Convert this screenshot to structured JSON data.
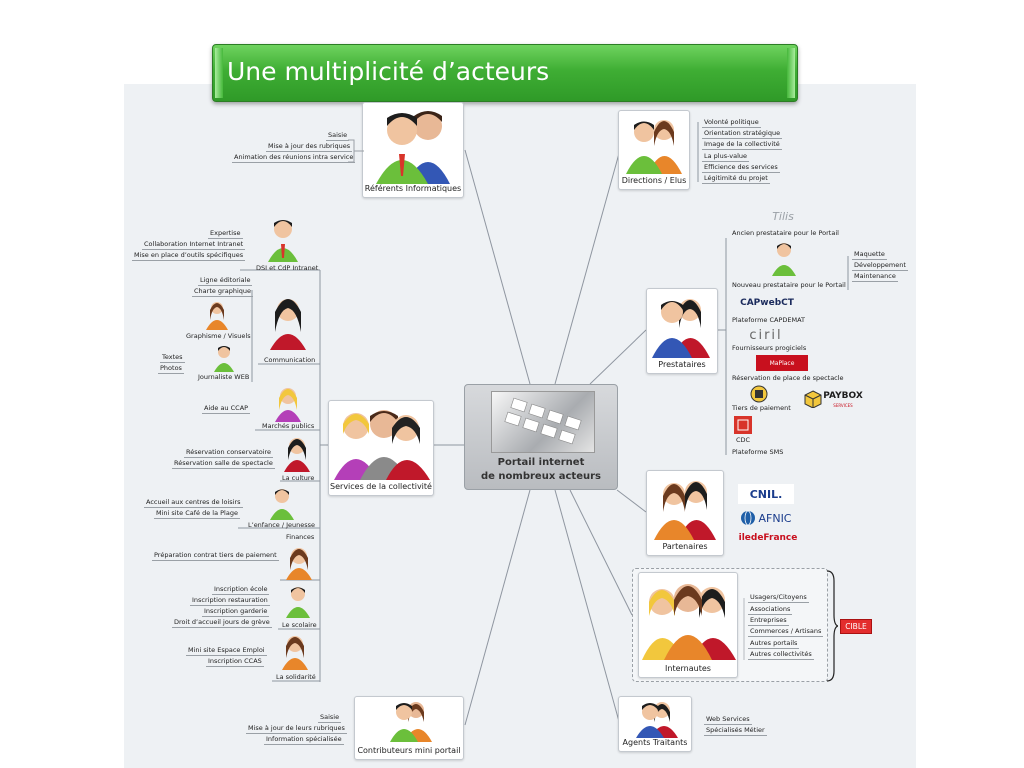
{
  "title": "Une multiplicité d’acteurs",
  "center": {
    "line1": "Portail internet",
    "line2": "de nombreux acteurs"
  },
  "left_nodes": {
    "referents": {
      "label": "Référents Informatiques",
      "topics": [
        "Saisie",
        "Mise à jour des rubriques",
        "Animation des réunions intra service"
      ]
    },
    "services": {
      "label": "Services de la collectivité"
    },
    "contributeurs": {
      "label": "Contributeurs mini portail",
      "topics": [
        "Saisie",
        "Mise à jour de leurs rubriques",
        "Information spécialisée"
      ]
    }
  },
  "services_children": {
    "dsi": {
      "label": "DSI et CdP Intranet",
      "topics": [
        "Expertise",
        "Collaboration Internet Intranet",
        "Mise en place d’outils spécifiques"
      ]
    },
    "communication": {
      "label": "Communication",
      "topics": [
        "Ligne éditoriale",
        "Charte graphique"
      ]
    },
    "graphisme": {
      "label": "Graphisme / Visuels"
    },
    "journaliste": {
      "label": "Journaliste WEB",
      "topics": [
        "Textes",
        "Photos"
      ]
    },
    "marches": {
      "label": "Marchés publics",
      "topics": [
        "Aide au CCAP"
      ]
    },
    "culture": {
      "label": "La culture",
      "topics": [
        "Réservation conservatoire",
        "Réservation salle de spectacle"
      ]
    },
    "enfance": {
      "label": "L’enfance / Jeunesse",
      "topics": [
        "Accueil aux centres de loisirs",
        "Mini site Café de la Plage"
      ]
    },
    "finances": {
      "label": "Finances",
      "topics": [
        "Préparation contrat tiers de paiement"
      ]
    },
    "scolaire": {
      "label": "Le scolaire",
      "topics": [
        "Inscription école",
        "Inscription restauration",
        "Inscription garderie",
        "Droit d’accueil jours de grève"
      ]
    },
    "solidarite": {
      "label": "La solidarité",
      "topics": [
        "Mini site Espace Emploi",
        "Inscription CCAS"
      ]
    }
  },
  "right_nodes": {
    "directions": {
      "label": "Directions / Elus",
      "topics": [
        "Volonté politique",
        "Orientation stratégique",
        "Image de la collectivité",
        "La plus-value",
        "Efficience des services",
        "Légitimité du projet"
      ]
    },
    "prestataires": {
      "label": "Prestataires"
    },
    "partenaires": {
      "label": "Partenaires"
    },
    "internautes": {
      "label": "Internautes",
      "topics": [
        "Usagers/Citoyens",
        "Associations",
        "Entreprises",
        "Commerces / Artisans",
        "Autres portails",
        "Autres collectivités"
      ]
    },
    "agents": {
      "label": "Agents Traitants",
      "topics": [
        "Web Services",
        "Spécialisés Métier"
      ]
    }
  },
  "prestataires_children": {
    "ancien": {
      "label": "Ancien prestataire pour le Portail",
      "logo": "Tilis"
    },
    "nouveau": {
      "label": "Nouveau prestataire pour le Portail",
      "topics": [
        "Maquette",
        "Développement",
        "Maintenance"
      ]
    },
    "capdemat": {
      "label": "Plateforme CAPDEMAT",
      "logo": "CAPwebCT"
    },
    "progiciels": {
      "label": "Fournisseurs progiciels",
      "logo": "ciril"
    },
    "spectacle": {
      "label": "Réservation de place de spectacle",
      "logo": "MaPlace"
    },
    "tiers": {
      "label": "Tiers de paiement",
      "logo": "PAYBOX",
      "logo_sub": "SERVICES"
    },
    "cdc": {
      "label": "CDC"
    },
    "sms": {
      "label": "Plateforme SMS"
    }
  },
  "partenaires_logos": [
    "CNIL.",
    "AFNIC",
    "iledeFrance"
  ],
  "cible": "CIBLE",
  "colors": {
    "title_green": "#3fae34",
    "cible_red": "#e32d2d",
    "canvas": "#eef1f4"
  }
}
